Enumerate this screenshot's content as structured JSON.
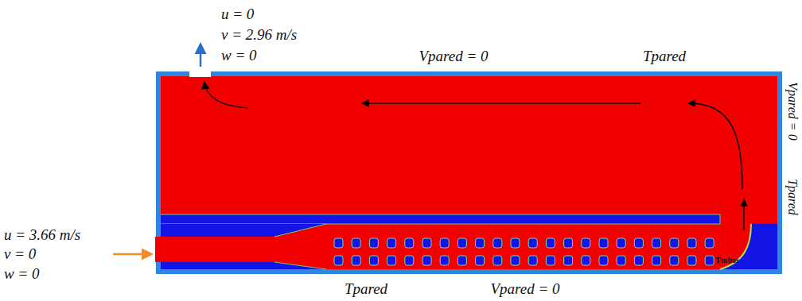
{
  "diagram": {
    "labels": [
      "u = 0",
      "v = 2.96 m/s",
      "w = 0",
      "Vpared = 0",
      "Tpared",
      "Vpared = 0",
      "Tpared",
      "u = 3.66 m/s",
      "v = 0",
      "w = 0",
      "Tpared",
      "Vpared = 0",
      "Ttubos"
    ]
  }
}
